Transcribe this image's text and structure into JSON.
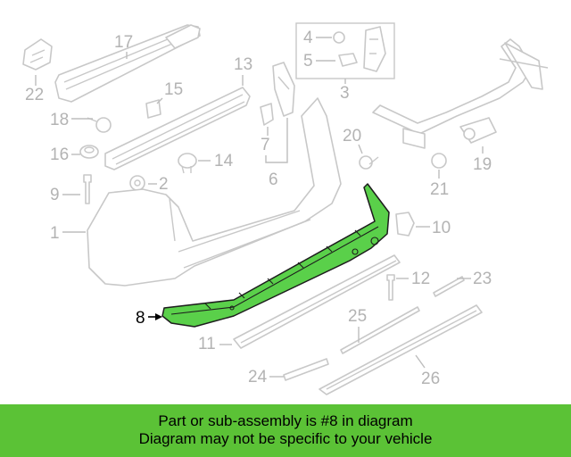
{
  "callouts": {
    "c1": "1",
    "c2": "2",
    "c3": "3",
    "c4": "4",
    "c5": "5",
    "c6": "6",
    "c7": "7",
    "c8": "8",
    "c9": "9",
    "c10": "10",
    "c11": "11",
    "c12": "12",
    "c13": "13",
    "c14": "14",
    "c15": "15",
    "c16": "16",
    "c17": "17",
    "c18": "18",
    "c19": "19",
    "c20": "20",
    "c21": "21",
    "c22": "22",
    "c23": "23",
    "c24": "24",
    "c25": "25",
    "c26": "26"
  },
  "highlighted_part": "8",
  "caption": {
    "line1": "Part or sub-assembly is #8 in diagram",
    "line2": "Diagram may not be specific to your vehicle"
  },
  "colors": {
    "highlight": "#5ad04a",
    "caption_bg": "#5bc236",
    "line_art": "#c8c8c8",
    "callout_text": "#b3b3b3"
  }
}
